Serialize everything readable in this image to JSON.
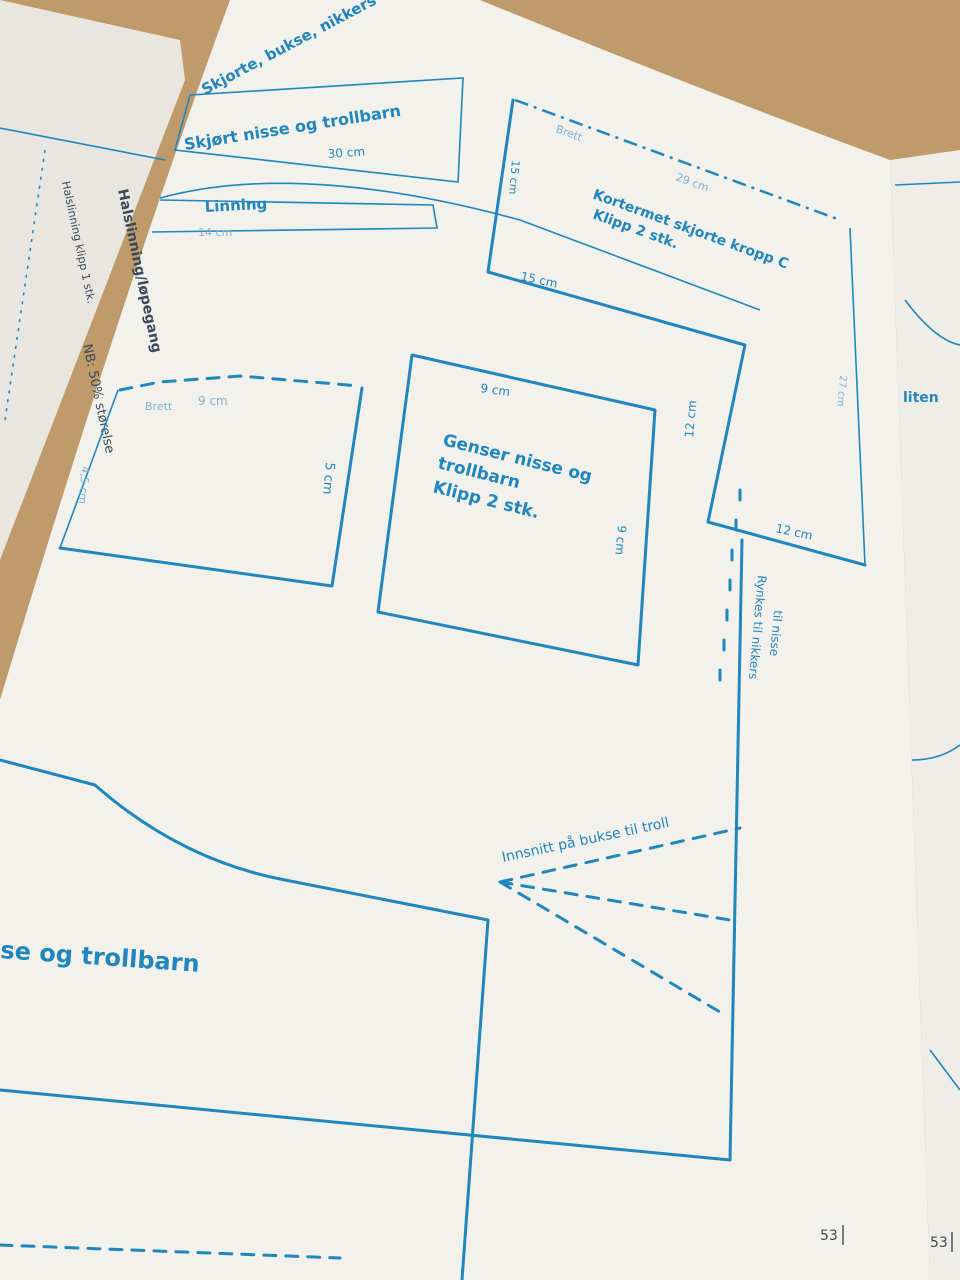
{
  "header": {
    "title": "Skjorte, bukse, nikkers kropp A og C. Genser, bukse, skjørt nisse- og trollbarn"
  },
  "pieces": {
    "skirt": {
      "label": "Skjørt nisse og trollbarn",
      "width": "30 cm"
    },
    "waistband": {
      "label": "Linning",
      "width": "14 cm"
    },
    "neckline": {
      "label": "Halslinning/løpegang",
      "note": "NB: 50% størelse",
      "cut": "Halslinning klipp 1 stk."
    },
    "sweater_piece": {
      "fold": "Brett",
      "width": "9 cm",
      "height": "5 cm",
      "side": "4,5 cm"
    },
    "sweater": {
      "line1": "Genser nisse og",
      "line2": "trollbarn",
      "line3": "Klipp 2 stk.",
      "width": "9 cm",
      "height": "9 cm"
    },
    "shirt": {
      "line1": "Kortermet skjorte kropp C",
      "line2": "Klipp 2 stk.",
      "fold": "Brett",
      "top": "29 cm",
      "left": "15 cm",
      "bottom": "15 cm",
      "side": "12 cm",
      "step": "12 cm",
      "right": "27 cm"
    },
    "gather": {
      "line1": "Rynkes til nikkers",
      "line2": "til nisse"
    },
    "trousers": {
      "dart_label": "Innsnitt på bukse til troll",
      "title": "se og trollbarn"
    }
  },
  "page": {
    "number": "53",
    "next_page_number": "53",
    "next_page_text": "liten"
  },
  "colors": {
    "ink": "#1f86c0",
    "paper": "#f3f1ec",
    "table": "#bf9a6a"
  }
}
